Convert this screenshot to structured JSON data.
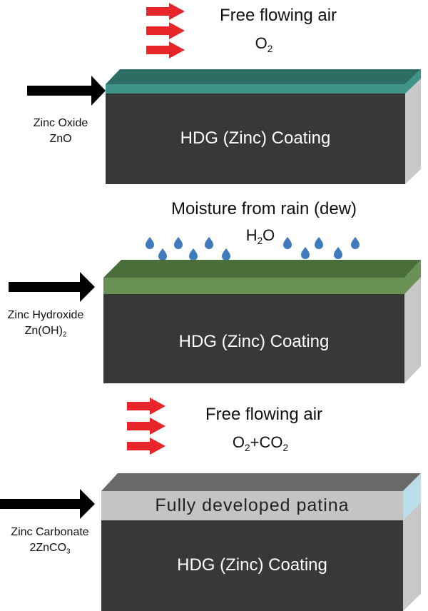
{
  "colors": {
    "air_arrow": "#e8262a",
    "pointer_arrow": "#000000",
    "coating_front": "#383838",
    "coating_side": "#c8c8c8",
    "oxide_layer": "#3f9389",
    "oxide_top": "#2c6e64",
    "hydroxide_layer": "#6a9154",
    "hydroxide_top": "#4a6e3a",
    "patina_layer": "#c4c4c4",
    "patina_top": "#6a6a6a",
    "patina_side": "#b9dde9",
    "droplet": "#3f7bbd"
  },
  "stage1": {
    "title": "Free flowing air",
    "formula_main": "O",
    "formula_sub": "2",
    "side_label": "Zinc Oxide",
    "side_formula": "ZnO",
    "coating_label": "HDG (Zinc) Coating"
  },
  "stage2": {
    "title": "Moisture from rain (dew)",
    "formula_a": "H",
    "formula_sub": "2",
    "formula_b": "O",
    "side_label": "Zinc Hydroxide",
    "side_formula_a": "Zn(OH)",
    "side_formula_sub": "2",
    "coating_label": "HDG (Zinc) Coating"
  },
  "stage3": {
    "title": "Free flowing air",
    "formula_a": "O",
    "formula_sub1": "2",
    "formula_b": "+CO",
    "formula_sub2": "2",
    "patina_label": "Fully developed patina",
    "side_label": "Zinc Carbonate",
    "side_formula_a": "2ZnCO",
    "side_formula_sub": "3",
    "coating_label": "HDG (Zinc) Coating"
  }
}
